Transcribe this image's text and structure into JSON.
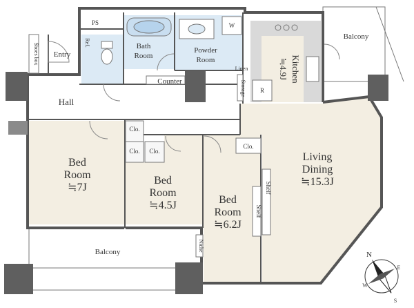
{
  "rooms": {
    "ps": "PS",
    "shoes_box": "Shoes box",
    "entry": "Entry",
    "ref": "Ref.",
    "bath_line1": "Bath",
    "bath_line2": "Room",
    "powder_line1": "Powder",
    "powder_line2": "Room",
    "w": "W",
    "linen": "Linen",
    "storage": "Storage",
    "kitchen": "Kitchen",
    "kitchen_area": "≒4.9J",
    "r": "R",
    "balcony_top": "Balcony",
    "counter": "Counter",
    "hall": "Hall",
    "clo_1": "Clo.",
    "clo_2": "Clo.",
    "clo_3": "Clo.",
    "clo_4": "Clo.",
    "bed1_line1": "Bed",
    "bed1_line2": "Room",
    "bed1_area": "≒7J",
    "bed2_line1": "Bed",
    "bed2_line2": "Room",
    "bed2_area": "≒4.5J",
    "bed3_line1": "Bed",
    "bed3_line2": "Room",
    "bed3_area": "≒6.2J",
    "shelf_1": "Shelf",
    "shelf_2": "Shelf",
    "living_line1": "Living",
    "living_line2": "Dining",
    "living_area": "≒15.3J",
    "niche": "Niche",
    "balcony_bottom": "Balcony"
  },
  "compass": {
    "n": "N",
    "e": "E",
    "s": "S",
    "w": "W"
  },
  "colors": {
    "room_beige": "#f3eee2",
    "wet_blue": "#dceaf5",
    "kitchen_grey": "#d9d9d9",
    "wall": "#555555",
    "column": "#5f5f5f"
  }
}
